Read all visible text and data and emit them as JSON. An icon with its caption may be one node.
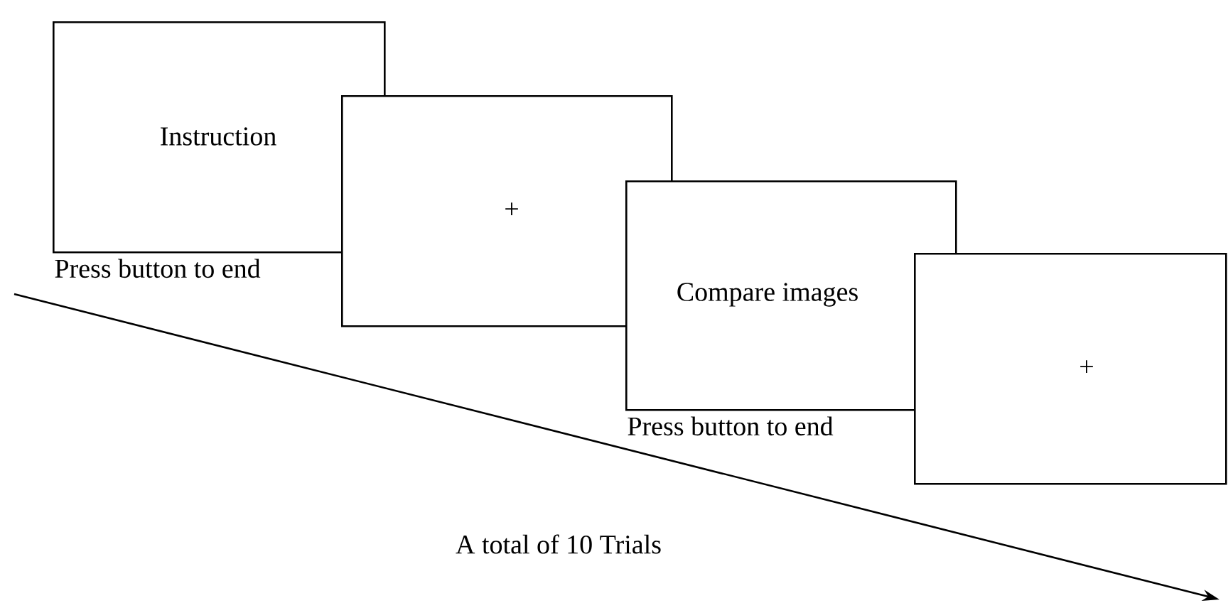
{
  "diagram": {
    "nodes": [
      {
        "text": [
          "Instruction"
        ],
        "beside": [
          "Press button to end"
        ]
      },
      {
        "text": [
          "+"
        ]
      },
      {
        "text": [
          "Compare images"
        ],
        "beside": [
          "Press button to end"
        ]
      },
      {
        "text": [
          "+"
        ]
      }
    ],
    "labels": [
      "A total of 10 Trials"
    ]
  }
}
